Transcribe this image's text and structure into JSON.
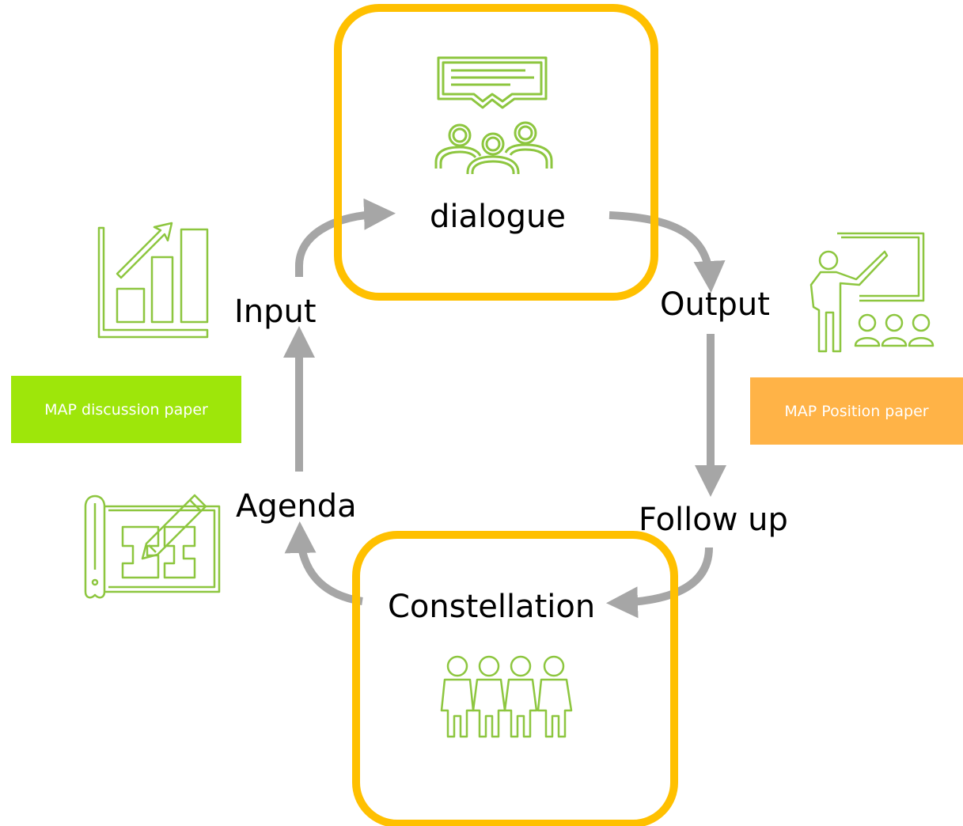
{
  "stages": {
    "dialogue": "dialogue",
    "constellation": "Constellation"
  },
  "steps": {
    "input": "Input",
    "output": "Output",
    "follow_up": "Follow up",
    "agenda": "Agenda"
  },
  "papers": {
    "discussion": {
      "label": "MAP discussion paper",
      "color": "#9ee60a"
    },
    "position": {
      "label": "MAP Position paper",
      "color": "#ffb347"
    }
  },
  "colors": {
    "accent_frame": "#ffc000",
    "arrow": "#a6a6a6",
    "icon": "#8dc63f"
  },
  "icons": {
    "dialogue": "speech-bubble-audience-icon",
    "constellation": "group-of-people-icon",
    "input": "growth-bar-chart-icon",
    "output": "presenter-at-board-icon",
    "agenda": "blueprint-plan-icon"
  }
}
